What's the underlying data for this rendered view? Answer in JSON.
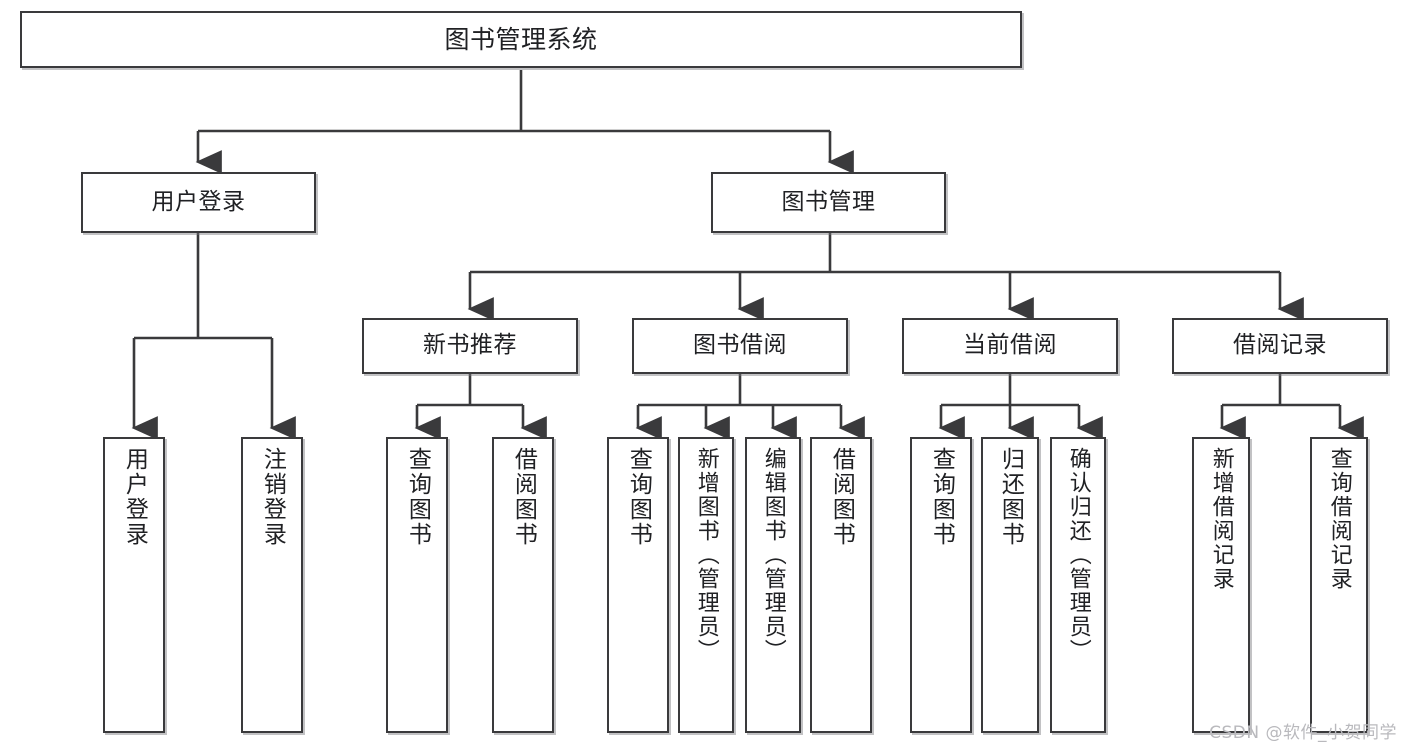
{
  "diagram": {
    "type": "hierarchy-tree",
    "title": "图书管理系统",
    "root": {
      "label": "图书管理系统"
    },
    "tier2": [
      {
        "label": "用户登录"
      },
      {
        "label": "图书管理"
      }
    ],
    "tier3": [
      {
        "label": "新书推荐"
      },
      {
        "label": "图书借阅"
      },
      {
        "label": "当前借阅"
      },
      {
        "label": "借阅记录"
      }
    ],
    "leaves": {
      "user_login": [
        {
          "label": "用户登录"
        },
        {
          "label": "注销登录"
        }
      ],
      "new_book_recommend": [
        {
          "label": "查询图书"
        },
        {
          "label": "借阅图书"
        }
      ],
      "book_borrow": [
        {
          "label": "查询图书"
        },
        {
          "label": "新增图书（管理员）"
        },
        {
          "label": "编辑图书（管理员）"
        },
        {
          "label": "借阅图书"
        }
      ],
      "current_borrow": [
        {
          "label": "查询图书"
        },
        {
          "label": "归还图书"
        },
        {
          "label": "确认归还（管理员）"
        }
      ],
      "borrow_record": [
        {
          "label": "新增借阅记录"
        },
        {
          "label": "查询借阅记录"
        }
      ]
    }
  },
  "watermark": {
    "text": "CSDN @软件_小贺同学"
  },
  "colors": {
    "border": "#3a3a3c",
    "text": "#202124",
    "background": "#ffffff",
    "watermark": "#b9b9bd"
  }
}
